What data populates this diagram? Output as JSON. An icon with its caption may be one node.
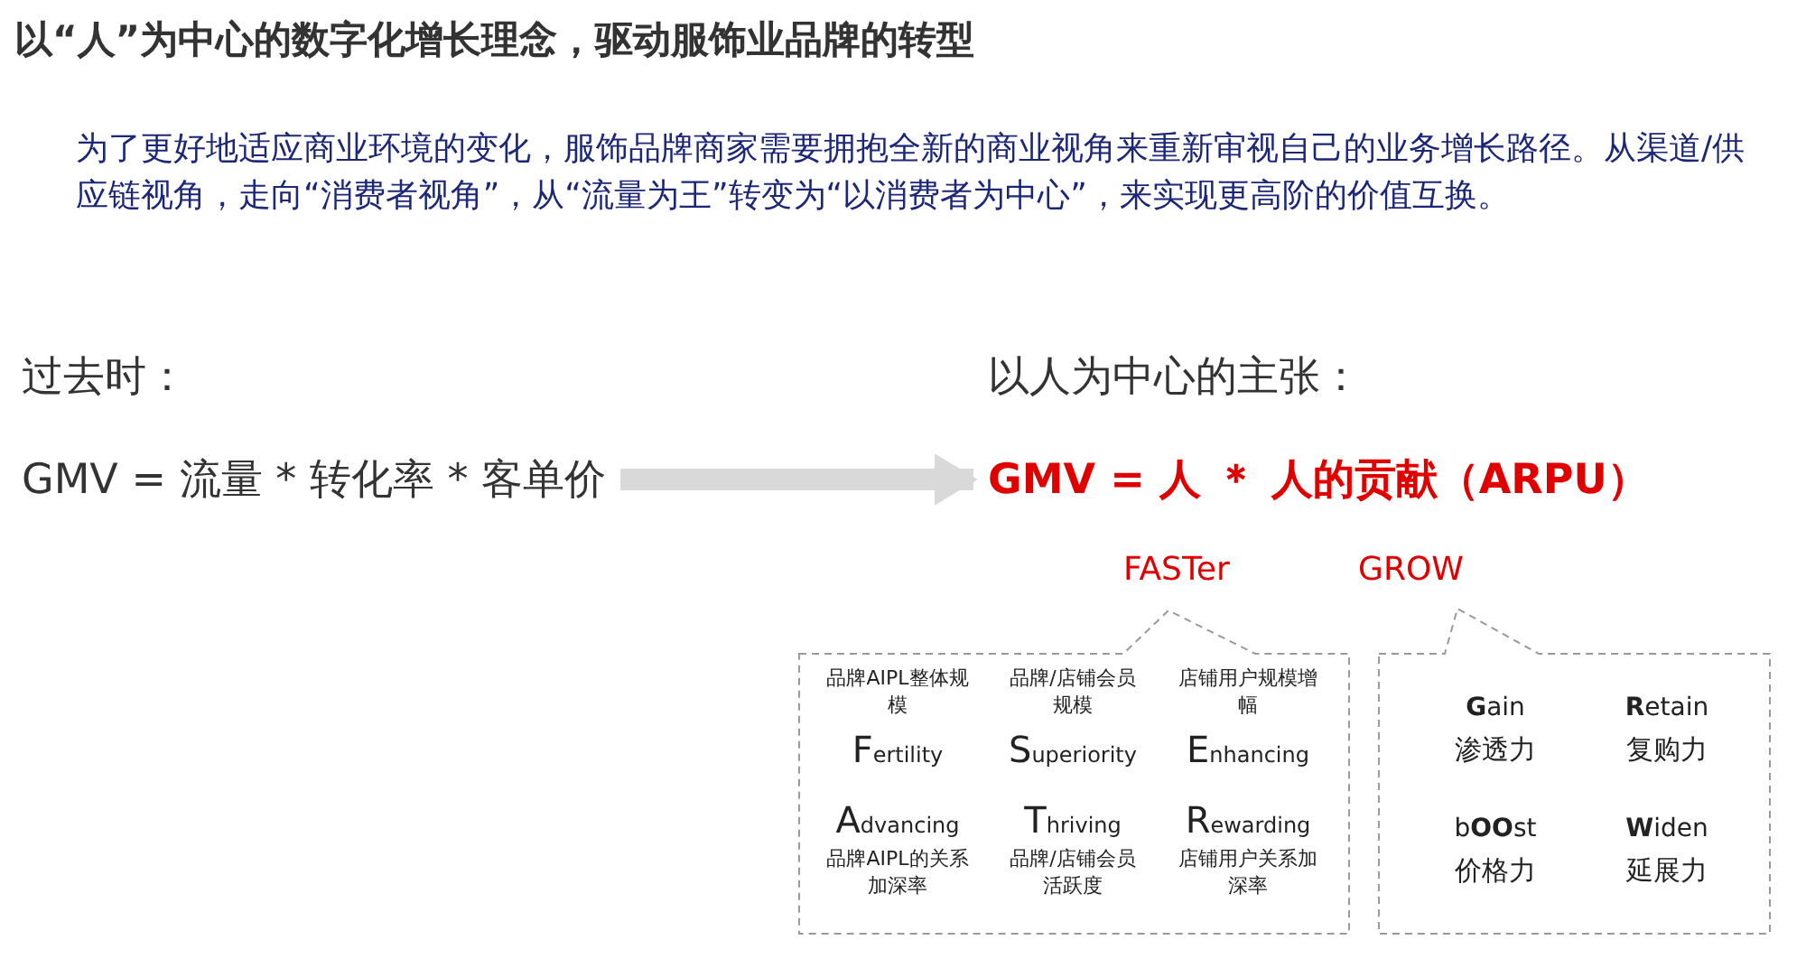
{
  "diagram": {
    "title": "以“人”为中心的数字化增长理念，驱动服饰业品牌的转型",
    "nodes": [
      {
        "text": [
          "GMV = 流量 * 转化率 * 客单价"
        ]
      },
      {
        "text": [
          "GMV = 人 ＊ 人的贡献（ARPU）"
        ]
      },
      {
        "text": [
          "FASTer",
          "品牌AIPL整体规模",
          "品牌/店铺会员规模",
          "店铺用户规模增幅",
          "**F**ertility",
          "**S**uperiority",
          "**E**nhancing",
          "**A**dvancing",
          "**T**hriving",
          "**R**ewarding",
          "品牌AIPL的关系加深率",
          "品牌/店铺会员活跃度",
          "店铺用户关系加深率"
        ]
      },
      {
        "text": [
          "GROW",
          "**G**ain",
          "**R**etain",
          "渗透力",
          "复购力",
          "b**OO**st",
          "**W**iden",
          "价格力",
          "延展力"
        ]
      }
    ],
    "edges": [
      {
        "from": 0,
        "to": 1,
        "arrow": "to"
      }
    ],
    "labels": [
      "为了更好地适应商业环境的变化，服饰品牌商家需要拥抱全新的商业视角来重新审视自己的业务增长路径。从渠道/供应链视角，走向“消费者视角”，从“流量为王”转变为“以消费者为中心”，来实现更高阶的价值互换。",
      "过去时：",
      "以人为中心的主张："
    ]
  }
}
